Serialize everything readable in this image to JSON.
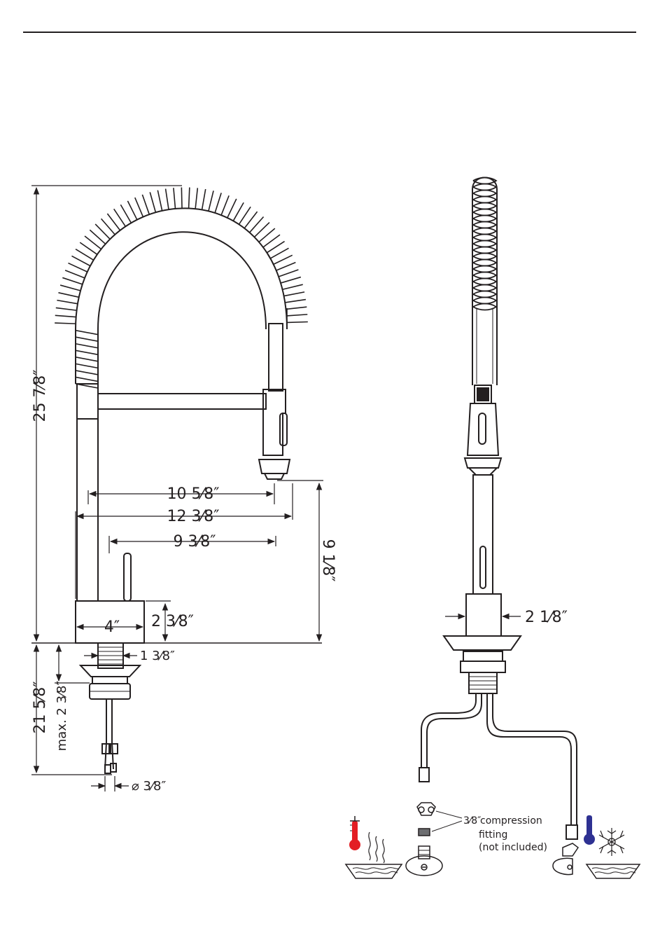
{
  "dimensions": {
    "total_height": "25 7⁄8″",
    "reach_outer": "10 5⁄8″",
    "reach_total": "12 3⁄8″",
    "reach_center": "9 3⁄8″",
    "spout_clearance": "9 1⁄8″",
    "base_width": "4″",
    "base_height": "2 3⁄8″",
    "shank_diameter": "1 3⁄8″",
    "under_deck": "21 5⁄8″",
    "max_deck": "max. 2 3⁄8″",
    "supply_diameter": "⌀ 3⁄8″",
    "side_width": "2 1⁄8″"
  },
  "notes": {
    "fitting_size": "3⁄8″",
    "fitting_line1": "compression",
    "fitting_line2": "fitting",
    "fitting_line3": "(not included)"
  },
  "icons": {
    "hot": "thermometer-hot-icon",
    "cold": "thermometer-cold-icon",
    "steam": "steam-icon",
    "snowflake": "snowflake-icon",
    "hot_color": "#e31e24",
    "cold_color": "#2e3192"
  }
}
